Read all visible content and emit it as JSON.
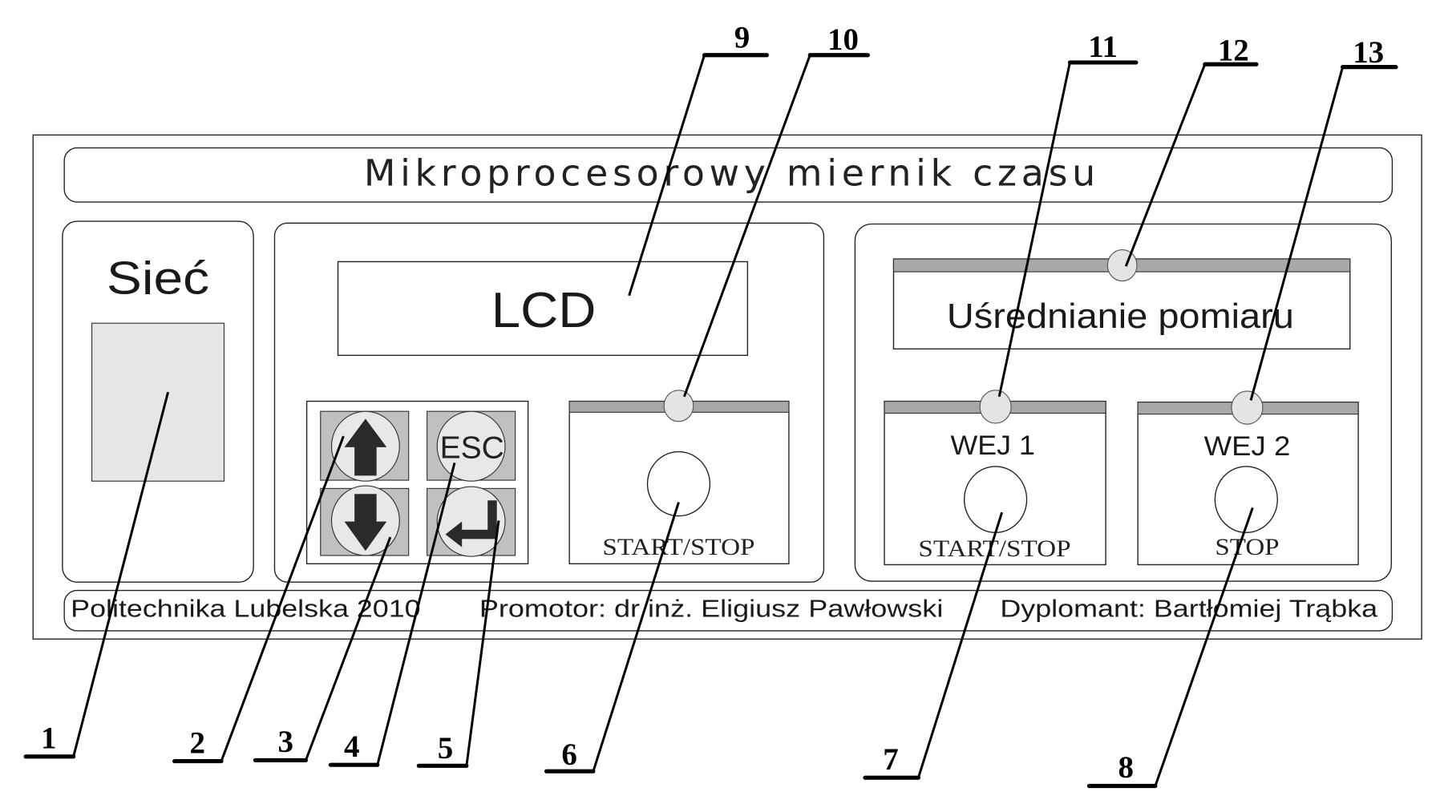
{
  "diagram": {
    "title": "Mikroprocesorowy miernik czasu",
    "power_section": {
      "label": "Sieć",
      "icon": "power-switch-icon"
    },
    "display": {
      "label": "LCD"
    },
    "keypad": {
      "keys": [
        {
          "id": "up",
          "label": "",
          "icon": "arrow-up-icon"
        },
        {
          "id": "esc",
          "label": "ESC",
          "icon": ""
        },
        {
          "id": "down",
          "label": "",
          "icon": "arrow-down-icon"
        },
        {
          "id": "enter",
          "label": "",
          "icon": "enter-icon"
        }
      ]
    },
    "start_stop_panel": {
      "button_label": "START/STOP",
      "led_icon": "led-indicator-icon"
    },
    "averaging_panel": {
      "label": "Uśrednianie pomiaru",
      "led_icon": "led-indicator-icon"
    },
    "inputs": [
      {
        "name": "WEJ 1",
        "function": "START/STOP"
      },
      {
        "name": "WEJ 2",
        "function": "STOP"
      }
    ],
    "footer": {
      "university": "Politechnika Lubelska 2010",
      "promotor": "Promotor: dr inż. Eligiusz Pawłowski",
      "author": "Dyplomant: Bartłomiej Trąbka"
    },
    "callouts": {
      "c1": "1",
      "c2": "2",
      "c3": "3",
      "c4": "4",
      "c5": "5",
      "c6": "6",
      "c7": "7",
      "c8": "8",
      "c9": "9",
      "c10": "10",
      "c11": "11",
      "c12": "12",
      "c13": "13"
    },
    "colors": {
      "panel_gray": "#c0c0c0",
      "key_face": "#e8e8e8",
      "power_switch": "#e6e6e6",
      "led_bar": "#a8a8a8",
      "led": "#e4e4e4"
    }
  }
}
